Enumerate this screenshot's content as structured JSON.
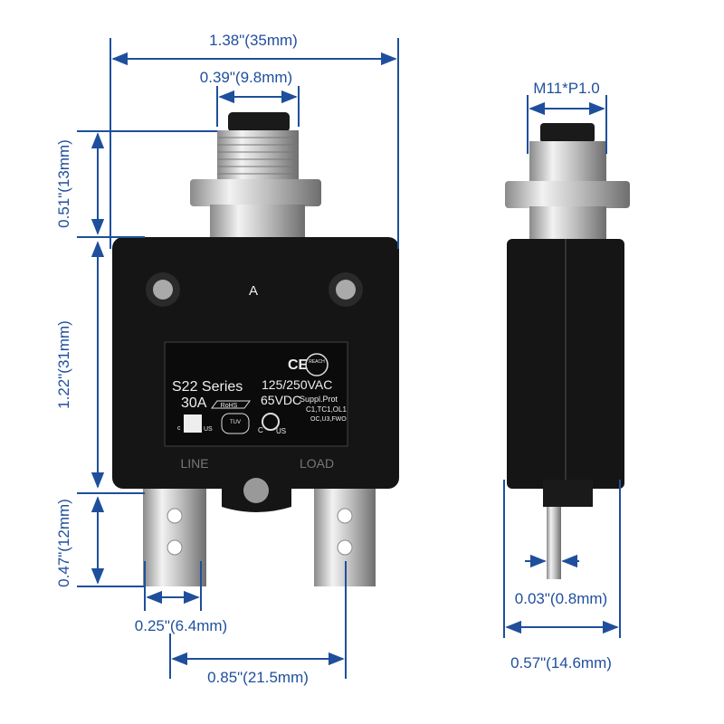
{
  "dimensions": {
    "overall_width": "1.38\"(35mm)",
    "button_width": "0.39\"(9.8mm)",
    "stem_height": "0.51\"(13mm)",
    "body_height": "1.22\"(31mm)",
    "terminal_length": "0.47\"(12mm)",
    "terminal_width": "0.25\"(6.4mm)",
    "terminal_spacing": "0.85\"(21.5mm)",
    "thread": "M11*P1.0",
    "terminal_thickness": "0.03\"(0.8mm)",
    "body_depth": "0.57\"(14.6mm)"
  },
  "device": {
    "top_mark": "A",
    "series": "S22 Series",
    "rating": "30A",
    "voltage_ac": "125/250VAC",
    "voltage_dc": "65VDC",
    "suppl": "Suppl.Prot",
    "codes1": "C1,TC1,OL1",
    "codes2": "OC,U3,FWO",
    "rohs": "RoHS",
    "ce": "CE",
    "reach": "REACH",
    "tuv": "TUV",
    "line_label": "LINE",
    "load_label": "LOAD",
    "ul_c": "c",
    "ul_us": "US",
    "csa_c": "C",
    "csa_us": "US"
  },
  "colors": {
    "dimension": "#1f4f9c",
    "body": "#141414"
  }
}
